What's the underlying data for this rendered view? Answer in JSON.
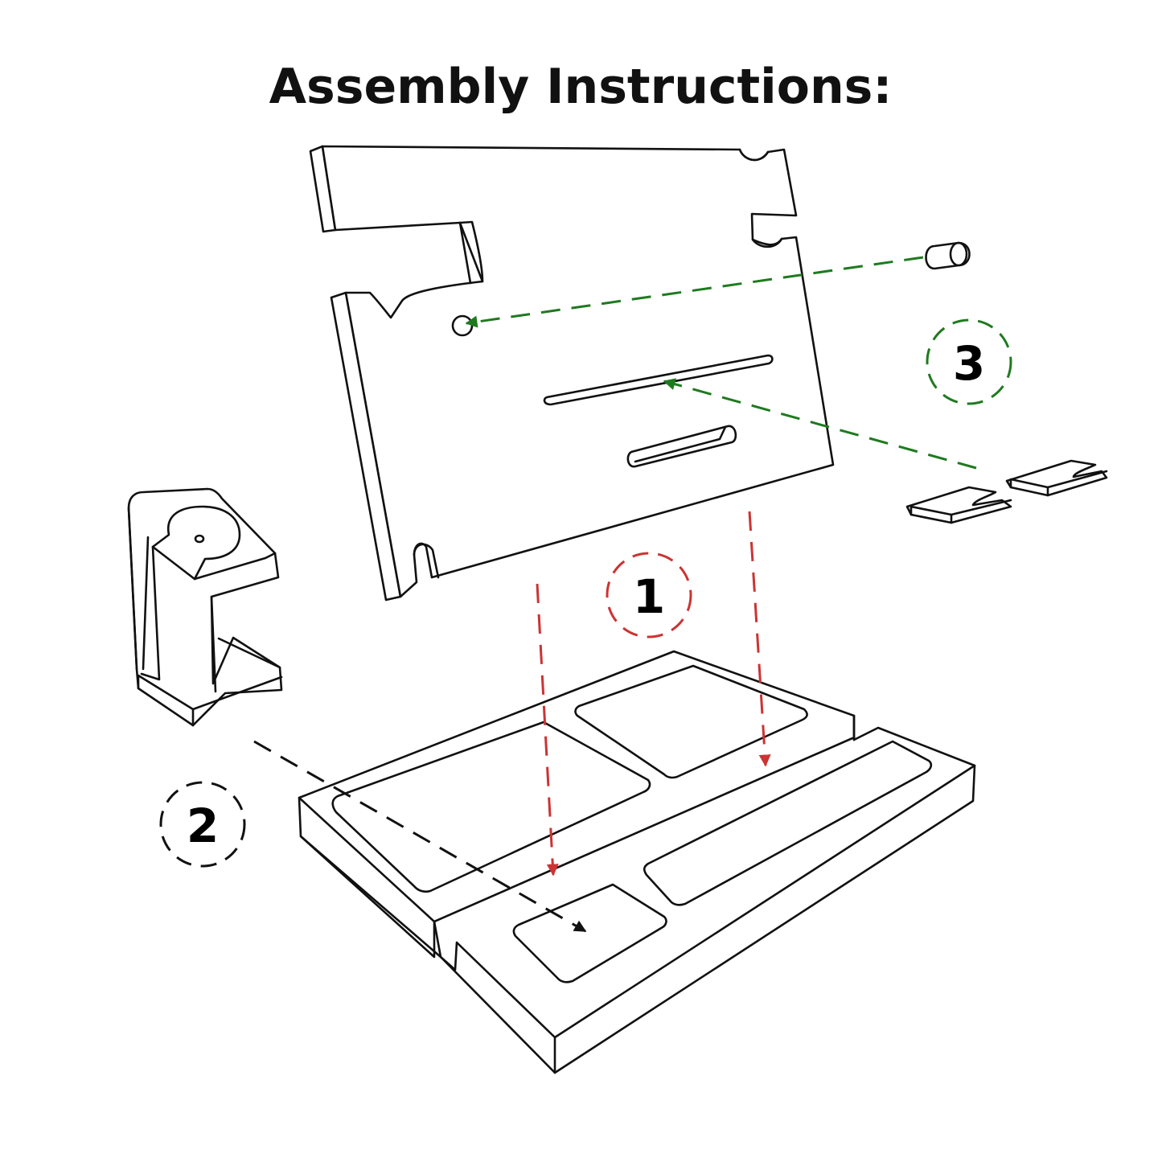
{
  "title": "Assembly Instructions:",
  "steps": [
    {
      "number": "1",
      "color": "#cc3333",
      "target": "back panel into base slots"
    },
    {
      "number": "2",
      "color": "#111111",
      "target": "watch stand into base compartment"
    },
    {
      "number": "3",
      "color": "#1f7a1f",
      "target": "peg and clips into back panel"
    }
  ],
  "colors": {
    "step1": "#cc3333",
    "step2": "#111111",
    "step3": "#1f7a1f",
    "outline": "#111111",
    "background": "#ffffff"
  }
}
